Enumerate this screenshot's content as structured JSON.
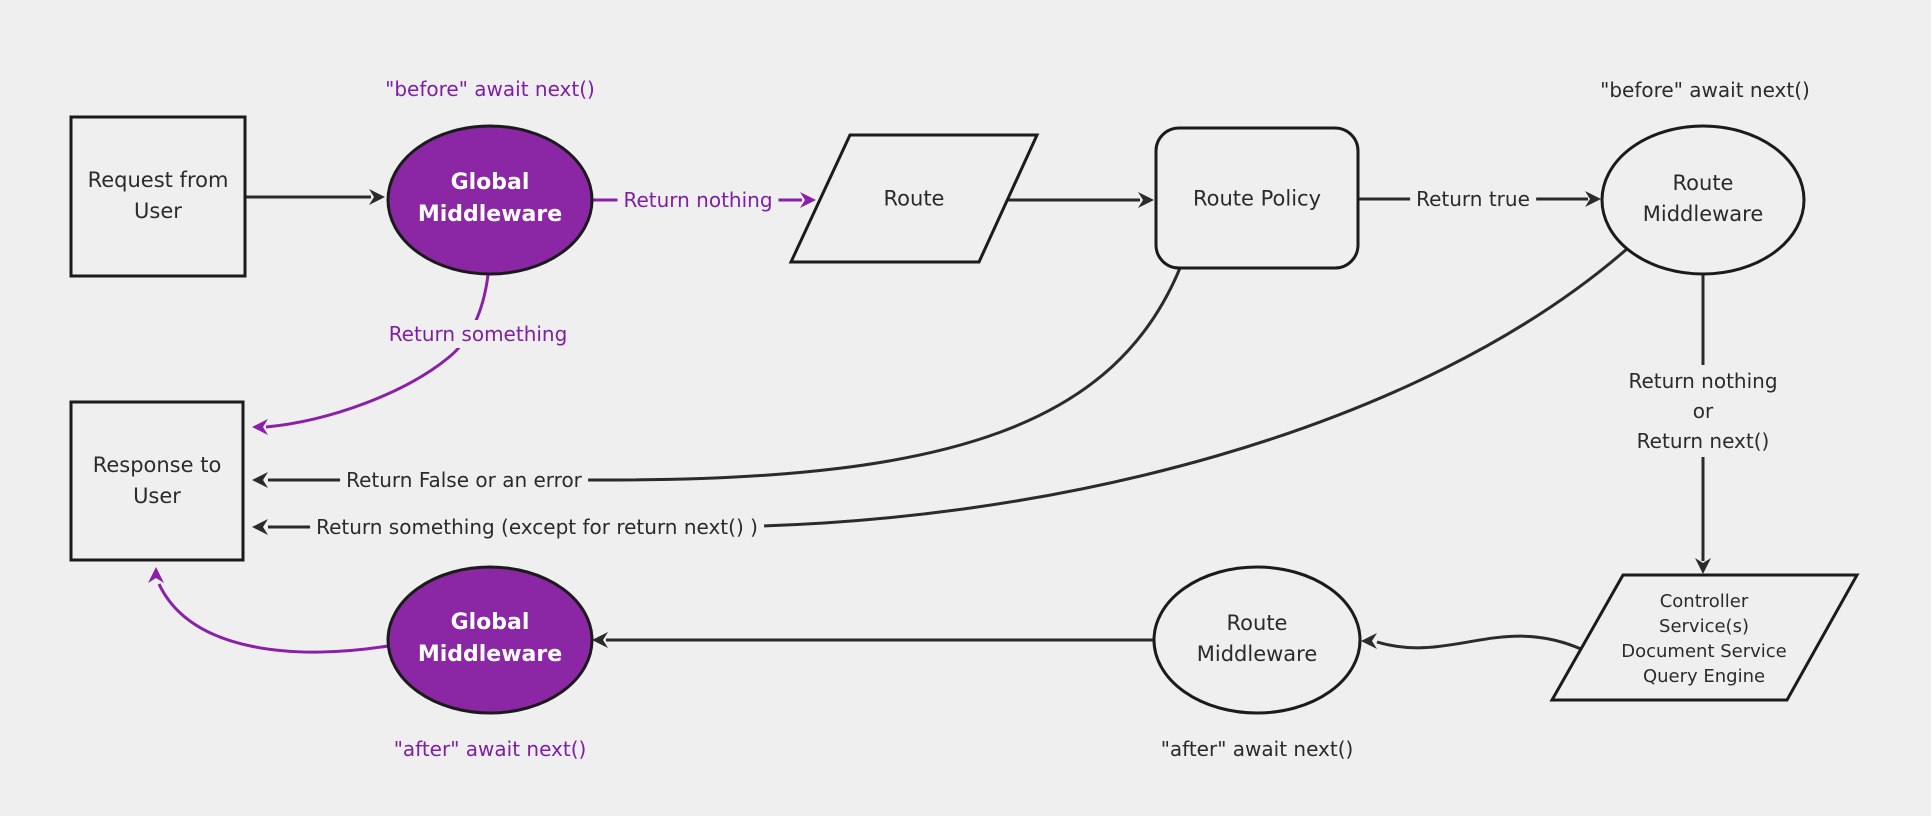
{
  "diagram_title": "middleware-request-response-flow",
  "colors": {
    "background": "#efefef",
    "purple_fill": "#8b27a5",
    "purple_line": "#8a1fa8",
    "purple_text": "#7f1fa5",
    "edge_line": "#2b2b2b",
    "node_border": "#1b1b1b",
    "node_text": "#2b2b2b",
    "node_text_on_purple": "#ffffff"
  },
  "nodes": {
    "request": {
      "lines": [
        "Request from",
        "User"
      ]
    },
    "global_middleware_top": {
      "lines": [
        "Global",
        "Middleware"
      ]
    },
    "route": {
      "lines": [
        "Route"
      ]
    },
    "route_policy": {
      "lines": [
        "Route Policy"
      ]
    },
    "route_middleware_top": {
      "lines": [
        "Route",
        "Middleware"
      ]
    },
    "controller": {
      "lines": [
        "Controller",
        "Service(s)",
        "Document Service",
        "Query Engine"
      ]
    },
    "route_middleware_bottom": {
      "lines": [
        "Route",
        "Middleware"
      ]
    },
    "global_middleware_bottom": {
      "lines": [
        "Global",
        "Middleware"
      ]
    },
    "response": {
      "lines": [
        "Response to",
        "User"
      ]
    }
  },
  "edge_labels": {
    "before_await_top": "\"before\" await next()",
    "return_nothing": "Return nothing",
    "return_true": "Return true",
    "before_await_right": "\"before\" await next()",
    "return_nothing_or_next": [
      "Return nothing",
      "or",
      "Return next()"
    ],
    "return_something": "Return something",
    "return_false_or_error": "Return False or an error",
    "return_something_except": "Return something (except for return next() )",
    "after_await_bottom": "\"after\" await next()",
    "after_await_left": "\"after\" await next()"
  }
}
